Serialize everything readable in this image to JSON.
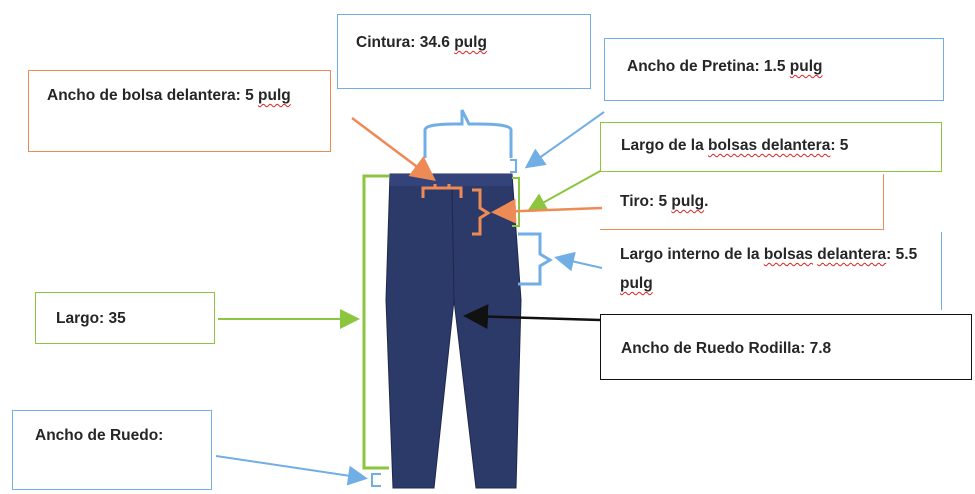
{
  "colors": {
    "blue": "#72aee6",
    "green": "#8cc63f",
    "orange": "#ee8a55",
    "black": "#111111",
    "pants": "#2c3a69"
  },
  "labels": {
    "cintura": {
      "pre": "Cintura: 34.6 ",
      "sq": "pulg",
      "post": ""
    },
    "pretina": {
      "pre": "Ancho de Pretina: 1.5 ",
      "sq": "pulg",
      "post": ""
    },
    "bolsa_ancho": {
      "line1": "Ancho de bolsa delantera:",
      "pre2": "5 ",
      "sq2": "pulg"
    },
    "largo_bolsas": {
      "pre": "Largo de la ",
      "sq": "bolsas delantera",
      "post": ": 5"
    },
    "tiro": {
      "pre": "Tiro: 5 ",
      "sq": "pulg",
      "post": "."
    },
    "largo_interno": {
      "pre1": "Largo interno de la ",
      "sq1": "bolsas",
      "sq2": "delantera",
      "mid2": ": 5.5 ",
      "sq3": "pulg"
    },
    "largo": {
      "text": "Largo: 35"
    },
    "rodilla": {
      "text": "Ancho de Ruedo Rodilla: 7.8"
    },
    "ruedo": {
      "line1": "Ancho de",
      "line2": "Ruedo:"
    }
  }
}
